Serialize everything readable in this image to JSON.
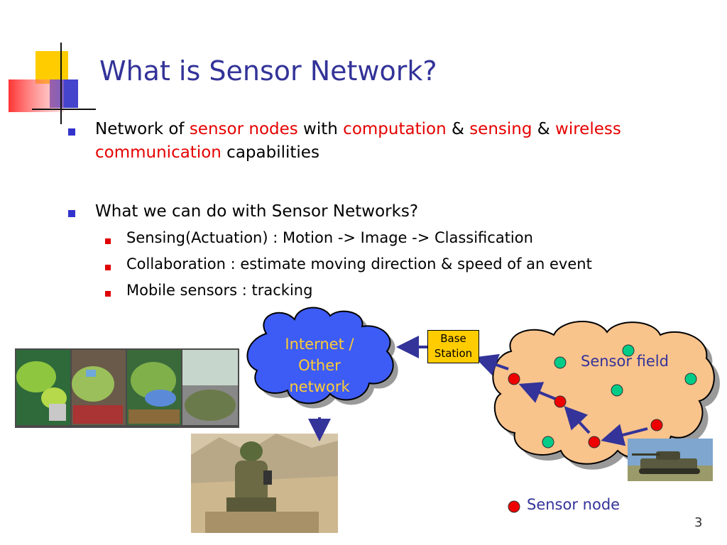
{
  "slide": {
    "title": "What is Sensor Network?",
    "page_number": "3"
  },
  "bullets": {
    "b1": {
      "p1": "Network of ",
      "p2": "sensor nodes",
      "p3": " with ",
      "p4": "computation",
      "p5": " & ",
      "p6": "sensing",
      "p7": " & ",
      "p8": "wireless",
      "p9": "communication",
      "p10": " capabilities"
    },
    "b2": "What we can do with Sensor Networks?",
    "sub": [
      "Sensing(Actuation) : Motion -> Image -> Classification",
      "Collaboration : estimate moving direction & speed of an event",
      "Mobile sensors : tracking"
    ]
  },
  "diagram": {
    "cloud_line1": "Internet /",
    "cloud_line2": "Other",
    "cloud_line3": "network",
    "base_line1": "Base",
    "base_line2": "Station",
    "sensor_field": "Sensor field",
    "legend": "Sensor node"
  },
  "colors": {
    "title": "#333399",
    "highlight": "#e60000",
    "cloud_blue": "#3d5cf5",
    "cloud_orange": "#f9c38c",
    "node_red": "#ee0000",
    "node_green": "#00cc88",
    "base_station": "#ffcc00"
  }
}
